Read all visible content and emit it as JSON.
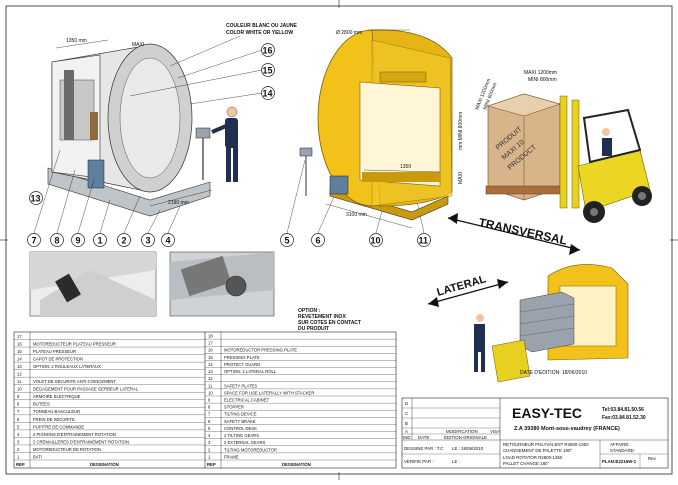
{
  "drawing": {
    "color_note_fr": "COULEUR BLANC OU JAUNE",
    "color_note_en": "COLOR WHITE OR YELLOW",
    "option_title": "OPTION :",
    "option_line1": "REVETEMENT INOX",
    "option_line2": "SUR COTES EN CONTACT",
    "option_line3": "DU PRODUIT",
    "transversal": "TRANSVERSAL",
    "lateral": "LATERAL",
    "date_edition": "DATE D'EDITION: 18/06/2010",
    "maxi_label": "MAXI",
    "dims": {
      "width_top": "1350 mm",
      "diameter": "Ø 2800 mm",
      "depth_left": "2190 mm",
      "opening_width": "1350",
      "base_length": "3100 mm",
      "height_maxi": "MAXI",
      "height_mm_mini": "mm MINI 800mm",
      "pallet_maxi_1200": "MAXI 1200mm",
      "pallet_mini_600": "MINI 600mm",
      "pallet_maxi_1200_b": "MAXI 1200mm",
      "pallet_mini_800": "MINI 800mm"
    },
    "product_box_1": "PRODUIT",
    "product_box_2": "MAXI 10",
    "product_box_3": "PRODUCT",
    "callouts": [
      "16",
      "15",
      "14",
      "13",
      "7",
      "8",
      "9",
      "1",
      "2",
      "3",
      "4",
      "5",
      "6",
      "10",
      "11"
    ]
  },
  "parts": {
    "header_rep": "REP",
    "header_designation": "DESIGNATION",
    "left": [
      {
        "rep": "17",
        "text": ""
      },
      {
        "rep": "16",
        "text": "MOTOREDUCTEUR PLATEAU PRESSEUR"
      },
      {
        "rep": "15",
        "text": "PLATEAU PRESSEUR"
      },
      {
        "rep": "14",
        "text": "CAPOT DE PROTECTION"
      },
      {
        "rep": "13",
        "text": "OPTION: 2 ROULEAUX LATERAUX"
      },
      {
        "rep": "12",
        "text": ""
      },
      {
        "rep": "11",
        "text": "VOLET DE SECURITE ANTI-COINCEMENT"
      },
      {
        "rep": "10",
        "text": "DEGAGEMENT POUR PASSAGE GERBEUR LATERAL"
      },
      {
        "rep": "9",
        "text": "ARMOIRE ELECTRIQUE"
      },
      {
        "rep": "8",
        "text": "BUTEES"
      },
      {
        "rep": "7",
        "text": "TONNEAU BASCULEUR"
      },
      {
        "rep": "6",
        "text": "FREIN DE SECURITE"
      },
      {
        "rep": "5",
        "text": "PUPITRE DE COMMANDE"
      },
      {
        "rep": "4",
        "text": "2 PIGNONS D'ENTRAINEMENT ROTATION"
      },
      {
        "rep": "3",
        "text": "2 CREMAILLERES D'ENTRAINEMENT ROTATION"
      },
      {
        "rep": "2",
        "text": "MOTOREDUCTEUR DE ROTATION"
      },
      {
        "rep": "1",
        "text": "BATI"
      }
    ],
    "right": [
      {
        "rep": "18",
        "text": ""
      },
      {
        "rep": "17",
        "text": ""
      },
      {
        "rep": "16",
        "text": "MOTOREDUCTOR PRESSING PLATE"
      },
      {
        "rep": "15",
        "text": "PRESSING PLATE"
      },
      {
        "rep": "14",
        "text": "PROTECT GUARD"
      },
      {
        "rep": "13",
        "text": "OPTION: 2 LATERAL ROLL"
      },
      {
        "rep": "12",
        "text": ""
      },
      {
        "rep": "11",
        "text": "SAFETY PLATES"
      },
      {
        "rep": "10",
        "text": "SPACE FOR USE LATERALLY WITH STACKER"
      },
      {
        "rep": "9",
        "text": "ELECTRICAL CABINET"
      },
      {
        "rep": "8",
        "text": "STOPPER"
      },
      {
        "rep": "7",
        "text": "TILTING DEVICE"
      },
      {
        "rep": "6",
        "text": "SAFETY BRAKE"
      },
      {
        "rep": "5",
        "text": "CONTROL DESK"
      },
      {
        "rep": "4",
        "text": "2 TILTING GEARS"
      },
      {
        "rep": "3",
        "text": "2 EXTERNAL GEARS"
      },
      {
        "rep": "2",
        "text": "TILTING MOTOREDUCTOR"
      },
      {
        "rep": "1",
        "text": "FRAME"
      }
    ]
  },
  "title_block": {
    "rev_letters": [
      "D",
      "C",
      "B",
      "A"
    ],
    "ind": "IND",
    "date": "DATE",
    "modification": "MODIFICATION",
    "edition": "EDITION ORIGINALE",
    "vsa": "VISA",
    "dessine_par": "DESSINE PAR : T.C",
    "le_date": "LE : 18/06/2010",
    "verifie_par": "VERIFIE PAR :",
    "le2": "LE :",
    "company": "EASY-TEC",
    "address": "Z.A 39380 Mont-sous-vaudrey (FRANCE)",
    "tel": "Tel:03.84.81.50.56",
    "fax": "Fax:03.84.81.52.30",
    "desc1": "RETOURNEUR POLYVALENT R2800-1350",
    "desc2": "CHANGEMENT DE PALETTE   180°",
    "desc3": "LOAD ROTATOR  R2800-1350",
    "desc4": "PALLET CHANGE   180°",
    "affaire_label": "AFFAIRE:",
    "affaire_value": "STANDARD",
    "plan": "PLAN:E2216W-1",
    "rev": "Rev"
  },
  "colors": {
    "yellow": "#f2c21b",
    "yellow_dark": "#c99a0c",
    "silver": "#d8d8d8",
    "steel": "#9aa3ad",
    "navy": "#1f2f4f",
    "wood": "#a86f3c",
    "box": "#d8b48a"
  }
}
